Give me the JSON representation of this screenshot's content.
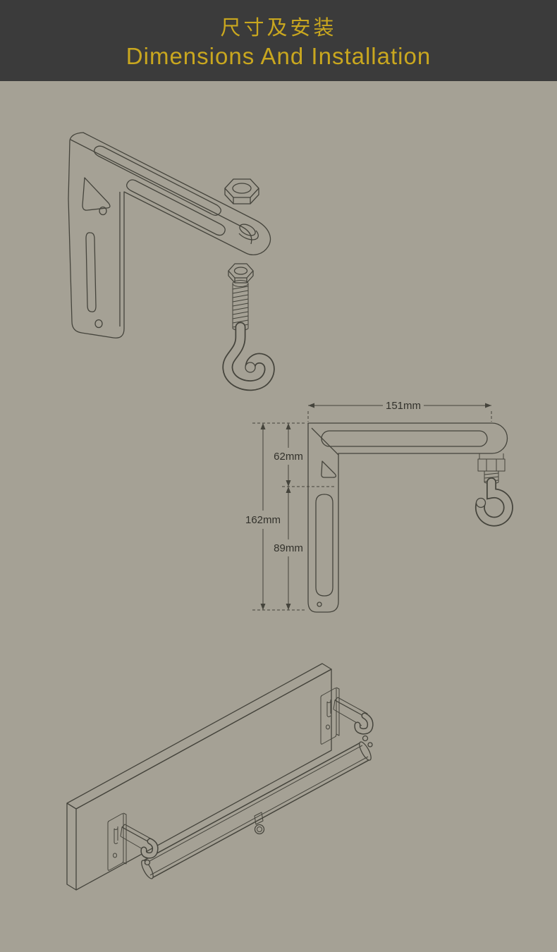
{
  "header": {
    "title_zh": "尺寸及安装",
    "title_en": "Dimensions And Installation"
  },
  "dimensions": {
    "arm_length": "151mm",
    "upper_section": "62mm",
    "total_height": "162mm",
    "lower_section": "89mm"
  },
  "colors": {
    "header_bg": "#3b3b3b",
    "title_text": "#c9a71f",
    "page_bg": "#a5a195",
    "line": "#45443c"
  }
}
